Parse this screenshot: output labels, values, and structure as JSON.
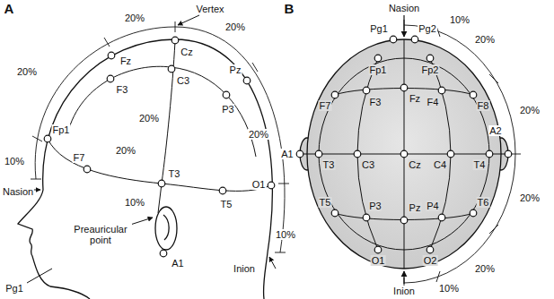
{
  "diagram": {
    "labels": [
      "A",
      "20%",
      "Vertex",
      "Fz",
      "Cz",
      "20%",
      "20%",
      "F3",
      "C3",
      "20%",
      "Pz",
      "P3",
      "20%",
      "Fp1",
      "10%",
      "F7",
      "20%",
      "Nasion",
      "T3",
      "10%",
      "T5",
      "O1",
      "10%",
      "Preauricular point",
      "A1",
      "Inion",
      "Pg1",
      "B",
      "Nasion",
      "Pg1",
      "Pg2",
      "10%",
      "Fp1",
      "Fp2",
      "20%",
      "F7",
      "F3",
      "Fz",
      "F4",
      "F8",
      "20%",
      "A1",
      "T3",
      "C3",
      "Cz",
      "C4",
      "T4",
      "A2",
      "20%",
      "T5",
      "P3",
      "Pz",
      "P4",
      "T6",
      "20%",
      "O1",
      "O2",
      "Inion",
      "10%"
    ]
  }
}
